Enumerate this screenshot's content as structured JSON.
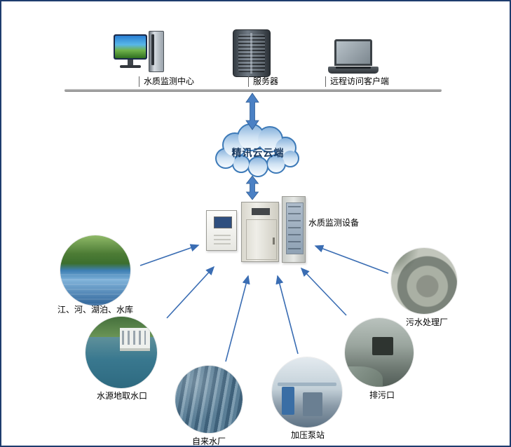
{
  "top_row": {
    "nodes": [
      {
        "id": "monitor-center",
        "label": "水质监测中心",
        "icon": "desktop-computer-icon"
      },
      {
        "id": "server",
        "label": "服务器",
        "icon": "server-icon"
      },
      {
        "id": "remote-client",
        "label": "远程访问客户端",
        "icon": "laptop-icon"
      }
    ]
  },
  "cloud": {
    "label": "精讯云云端"
  },
  "equipment": {
    "label": "水质监测设备",
    "icon": "monitoring-cabinets-icon"
  },
  "sources": [
    {
      "label": "江、河、湖泊、水库",
      "icon": "lake-photo"
    },
    {
      "label": "水源地取水口",
      "icon": "water-intake-photo"
    },
    {
      "label": "自来水厂",
      "icon": "waterworks-photo"
    },
    {
      "label": "加压泵站",
      "icon": "pump-station-photo"
    },
    {
      "label": "排污口",
      "icon": "sewage-outlet-photo"
    },
    {
      "label": "污水处理厂",
      "icon": "treatment-plant-photo"
    }
  ],
  "colors": {
    "frame_border": "#1e3c6e",
    "cloud_text": "#17375e",
    "arrow_thick": "#4a80c4",
    "arrow_thin": "#3a6db3",
    "bus_line": "#9a9a9a",
    "label_text": "#000000"
  }
}
